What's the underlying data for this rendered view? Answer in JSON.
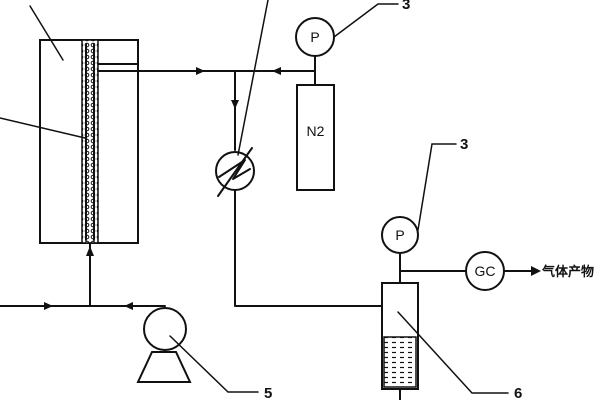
{
  "labels": {
    "pressure_gauge_top": "P",
    "pressure_gauge_right": "P",
    "nitrogen_cylinder": "N2",
    "gas_chromatograph": "GC",
    "gas_product": "气体产物"
  },
  "callouts": {
    "gauge_top": "3",
    "gauge_right": "3",
    "pump": "5",
    "collector": "6"
  }
}
